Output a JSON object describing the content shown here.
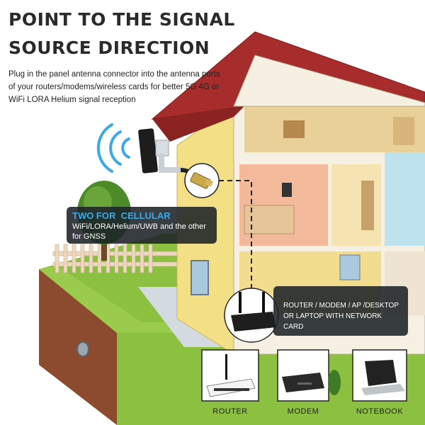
{
  "title": {
    "line1": "POINT TO THE SIGNAL",
    "line2": "SOURCE DIRECTION"
  },
  "description": "Plug in the panel antenna connector into the antenna ports of your routers/modems/wireless cards for better 5G 4G  or WiFi LORA Helium signal reception",
  "callout_cellular": {
    "heading": "TWO FOR  CELLULAR",
    "body": "WiFi/LORA/Helium/UWB and the other for GNSS"
  },
  "callout_router": {
    "text": "ROUTER / MODEM / AP /DESKTOP OR LAPTOP WITH NETWORK CARD"
  },
  "products": [
    {
      "label": "ROUTER",
      "icon": "router-icon"
    },
    {
      "label": "MODEM",
      "icon": "modem-icon"
    },
    {
      "label": "NOTEBOOK",
      "icon": "notebook-icon"
    }
  ],
  "colors": {
    "accent_blue": "#3aa9e8",
    "roof": "#a72c2c",
    "callout_bg": "#1c2228",
    "grass": "#7fb23a"
  }
}
